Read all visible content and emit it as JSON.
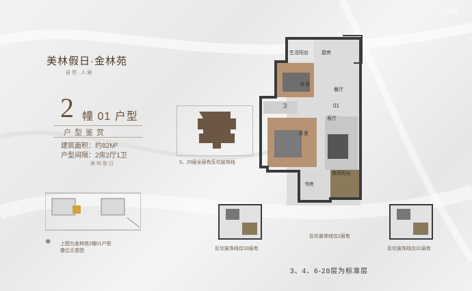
{
  "watermark": "Q房网",
  "logo": {
    "brand": "美林假日·金林苑",
    "sub": "自然·人居"
  },
  "title": {
    "number": "2",
    "text": "幢 01 户型"
  },
  "header": "户型鉴赏",
  "specs": {
    "area_label": "建筑面积：约",
    "area_value": "82",
    "area_unit": "M²",
    "layout_label": "户型间隔：",
    "layout_value": "2房2厅1卫"
  },
  "footer_brand": "美林假日",
  "thumb_caption": "5、29层全层有反坎装饰线",
  "site_caption": {
    "line1": "上图为金林苑2幢01户型",
    "line2": "楼位示意图"
  },
  "rooms": {
    "laundry": "生活阳台",
    "kitchen": "厨房",
    "bedroom1": "卧室",
    "dining": "餐厅",
    "bath": "卫",
    "mark": "01",
    "living": "客厅",
    "bedroom2": "卧室",
    "balcony": "景观阳台",
    "study": "书房"
  },
  "variant_labels": {
    "left": "反坎装饰线仅33层有",
    "middle": "反坎装饰线仅2层有",
    "right": "反坎装饰线仅31层有"
  },
  "standard_floor": "3、4、6-28层为标准层",
  "colors": {
    "wall": "#3a3a3a",
    "floor_wood": "#b89373",
    "floor_marble": "#dcdcdc",
    "accent": "#7a5a3a",
    "thumb": "#6b5744"
  }
}
